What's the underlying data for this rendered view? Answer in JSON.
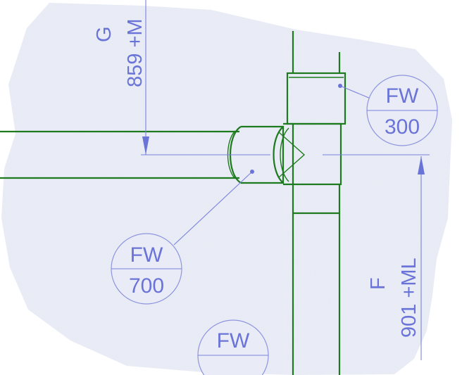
{
  "colors": {
    "background": "#ffffff",
    "paper": "#eaedf6",
    "pipe": "#1e7a1e",
    "annotation": "#6a74d8"
  },
  "weld_labels": [
    {
      "top": "FW",
      "bottom": "300"
    },
    {
      "top": "FW",
      "bottom": "700"
    },
    {
      "top": "FW",
      "bottom": ""
    }
  ],
  "dimensions": {
    "top": {
      "grid": "G",
      "value": "859 +M"
    },
    "right": {
      "grid": "F",
      "value": "901 +ML"
    }
  }
}
